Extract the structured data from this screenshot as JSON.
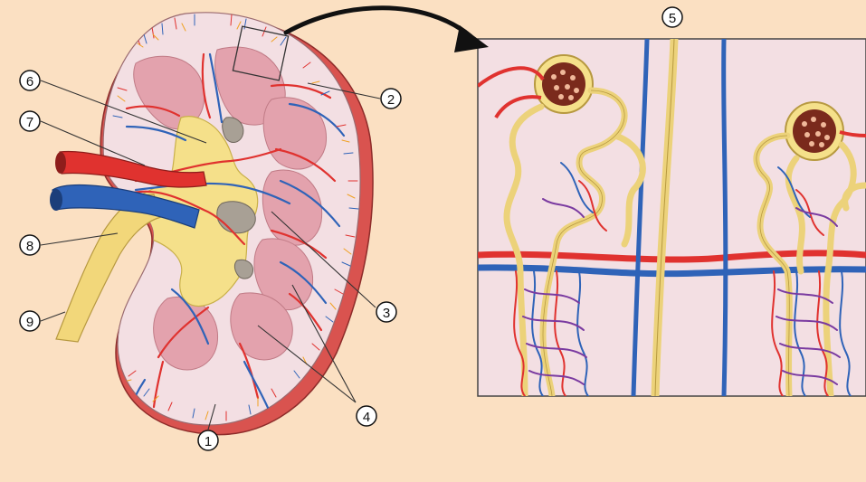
{
  "callouts": [
    {
      "id": "cortex-capsule",
      "label": "1"
    },
    {
      "id": "cortex-vessels",
      "label": "2"
    },
    {
      "id": "arcuate-vessels",
      "label": "3"
    },
    {
      "id": "medullary-pyramids",
      "label": "4"
    },
    {
      "id": "nephron-detail",
      "label": "5"
    },
    {
      "id": "renal-pelvis",
      "label": "6"
    },
    {
      "id": "renal-artery",
      "label": "7"
    },
    {
      "id": "renal-vein-pelvis",
      "label": "8"
    },
    {
      "id": "ureter",
      "label": "9"
    }
  ],
  "colors": {
    "background": "#fbe0c2",
    "capsule": "#d9534f",
    "cortex": "#f3dfe3",
    "pyramid": "#e3a2ad",
    "pelvis": "#f5e08a",
    "artery": "#e0322f",
    "vein": "#2f63b8",
    "mixed": "#7a3aa0",
    "tubule": "#ecd27a"
  }
}
